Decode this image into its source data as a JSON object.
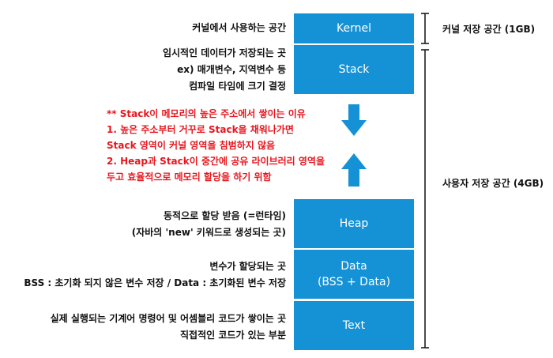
{
  "segments": [
    {
      "label": "Kernel",
      "sub": ""
    },
    {
      "label": "Stack",
      "sub": ""
    },
    {
      "label": "Heap",
      "sub": ""
    },
    {
      "label": "Data",
      "sub": "(BSS + Data)"
    },
    {
      "label": "Text",
      "sub": ""
    }
  ],
  "descriptions": {
    "kernel": [
      "커널에서 사용하는 공간"
    ],
    "stack": [
      "임시적인 데이터가 저장되는 곳",
      "ex) 매개변수, 지역변수 등",
      "컴파일 타임에 크기 결정"
    ],
    "heap": [
      "동적으로 할당 받음 (=런타임)",
      "(자바의 'new'  키워드로 생성되는 곳)"
    ],
    "data": [
      "변수가 할당되는 곳",
      "BSS : 초기화 되지 않은 변수 저장 / Data : 초기화된 변수 저장"
    ],
    "text": [
      "실제 실행되는 기계어 명령어 및 어셈블리 코드가 쌓이는 곳",
      "직접적인 코드가 있는 부분"
    ]
  },
  "note": [
    "** Stack이 메모리의 높은 주소에서 쌓이는 이유",
    "1. 높은 주소부터 거꾸로 Stack을 채워나가면",
    "Stack 영역이 커널 영역을 침범하지 않음",
    "2. Heap과 Stack이 중간에 공유 라이브러리 영역을",
    "두고 효율적으로 메모리 할당을 하기 위함"
  ],
  "brackets": {
    "kernel": "커널 저장 공간 (1GB)",
    "user": "사용자 저장 공간 (4GB)"
  },
  "colors": {
    "segment": "#1591d6",
    "arrow": "#1591d6",
    "note": "#e8161e",
    "bracket": "#111111"
  },
  "icons": [
    "arrow-down-icon",
    "arrow-up-icon"
  ]
}
